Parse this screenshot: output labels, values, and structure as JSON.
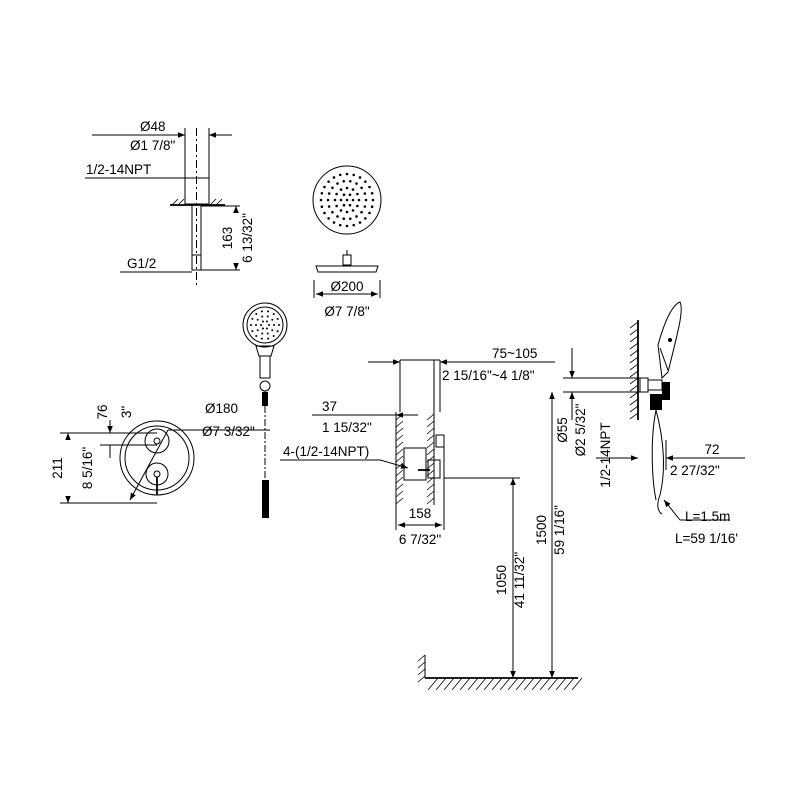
{
  "title": "",
  "labels": {
    "arm_dia_mm": "Ø48",
    "arm_dia_in": "Ø1 7/8\"",
    "arm_thread": "1/2-14NPT",
    "arm_len_mm": "163",
    "arm_len_in": "6 13/32\"",
    "arm_g_thread": "G1/2",
    "head_dia_mm": "Ø200",
    "head_dia_in": "Ø7 7/8\"",
    "plate_dia_mm": "Ø180",
    "plate_dia_in": "Ø7 3/32\"",
    "plate_h_mm": "211",
    "plate_h_in": "8 5/16\"",
    "plate_top_mm": "76",
    "plate_top_in": "3\"",
    "depth_mm": "37",
    "depth_in": "1 15/32\"",
    "valve_ports": "4-(1/2-14NPT)",
    "valve_w_mm": "158",
    "valve_w_in": "6 7/32\"",
    "wall_off_mm": "75~105",
    "wall_off_in": "2 15/16\"~4 1/8\"",
    "valve_h_mm": "1050",
    "valve_h_in": "41 11/32\"",
    "arm_h_mm": "1500",
    "arm_h_in": "59 1/16\"",
    "elbow_dia_mm": "Ø55",
    "elbow_dia_in": "Ø2 5/32\"",
    "elbow_thread": "1/2-14NPT",
    "holder_off_mm": "72",
    "holder_off_in": "2 27/32\"",
    "hose_len_m": "L=1.5m",
    "hose_len_in": "L=59 1/16'"
  },
  "icons": [
    "shower-head-icon",
    "hand-shower-icon",
    "shower-arm-icon",
    "valve-trim-icon",
    "wall-elbow-icon"
  ]
}
